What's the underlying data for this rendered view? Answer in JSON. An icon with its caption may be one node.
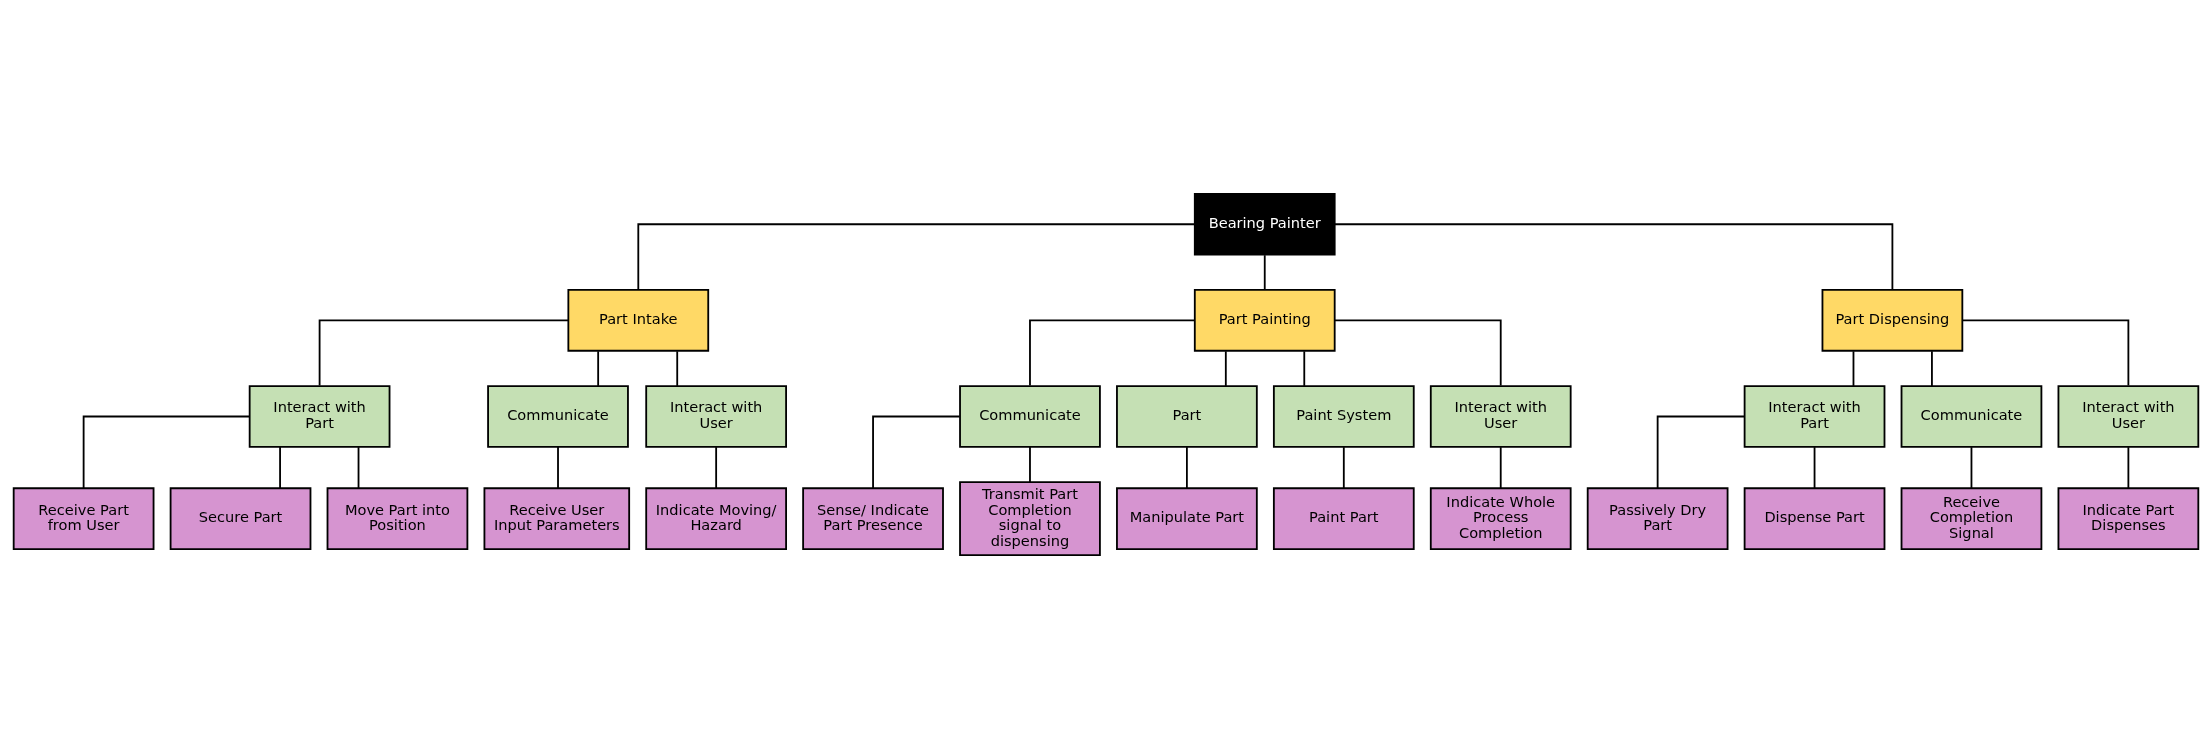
{
  "diagram": {
    "nodes": [
      {
        "text": [
          "Bearing Painter"
        ]
      },
      {
        "text": [
          "Part Intake"
        ]
      },
      {
        "text": [
          "Part Painting"
        ]
      },
      {
        "text": [
          "Part Dispensing"
        ]
      },
      {
        "text": [
          "Interact with Part"
        ]
      },
      {
        "text": [
          "Communicate"
        ]
      },
      {
        "text": [
          "Interact with User"
        ]
      },
      {
        "text": [
          "Communicate"
        ]
      },
      {
        "text": [
          "Part"
        ]
      },
      {
        "text": [
          "Paint System"
        ]
      },
      {
        "text": [
          "Interact with User"
        ]
      },
      {
        "text": [
          "Interact with Part"
        ]
      },
      {
        "text": [
          "Communicate"
        ]
      },
      {
        "text": [
          "Interact with User"
        ]
      },
      {
        "text": [
          "Receive Part from User"
        ]
      },
      {
        "text": [
          "Secure Part"
        ]
      },
      {
        "text": [
          "Move Part into Position"
        ]
      },
      {
        "text": [
          "Receive User Input Parameters"
        ]
      },
      {
        "text": [
          "Indicate Moving/ Hazard"
        ]
      },
      {
        "text": [
          "Sense/ Indicate Part Presence"
        ]
      },
      {
        "text": [
          "Transmit Part Completion signal to dispensing"
        ]
      },
      {
        "text": [
          "Manipulate Part"
        ]
      },
      {
        "text": [
          "Paint Part"
        ]
      },
      {
        "text": [
          "Indicate Whole Process Completion"
        ]
      },
      {
        "text": [
          "Passively Dry Part"
        ]
      },
      {
        "text": [
          "Dispense Part"
        ]
      },
      {
        "text": [
          "Receive Completion Signal"
        ]
      },
      {
        "text": [
          "Indicate Part Dispenses"
        ]
      }
    ],
    "edges": [
      {
        "from": 0,
        "to": 1,
        "arrow": "none"
      },
      {
        "from": 0,
        "to": 2,
        "arrow": "none"
      },
      {
        "from": 0,
        "to": 3,
        "arrow": "none"
      },
      {
        "from": 1,
        "to": 4,
        "arrow": "none"
      },
      {
        "from": 1,
        "to": 5,
        "arrow": "none"
      },
      {
        "from": 1,
        "to": 6,
        "arrow": "none"
      },
      {
        "from": 2,
        "to": 7,
        "arrow": "none"
      },
      {
        "from": 2,
        "to": 8,
        "arrow": "none"
      },
      {
        "from": 2,
        "to": 9,
        "arrow": "none"
      },
      {
        "from": 2,
        "to": 10,
        "arrow": "none"
      },
      {
        "from": 3,
        "to": 11,
        "arrow": "none"
      },
      {
        "from": 3,
        "to": 12,
        "arrow": "none"
      },
      {
        "from": 3,
        "to": 13,
        "arrow": "none"
      },
      {
        "from": 4,
        "to": 14,
        "arrow": "none"
      },
      {
        "from": 4,
        "to": 15,
        "arrow": "none"
      },
      {
        "from": 4,
        "to": 16,
        "arrow": "none"
      },
      {
        "from": 5,
        "to": 17,
        "arrow": "none"
      },
      {
        "from": 6,
        "to": 18,
        "arrow": "none"
      },
      {
        "from": 7,
        "to": 19,
        "arrow": "none"
      },
      {
        "from": 7,
        "to": 20,
        "arrow": "none"
      },
      {
        "from": 8,
        "to": 21,
        "arrow": "none"
      },
      {
        "from": 9,
        "to": 22,
        "arrow": "none"
      },
      {
        "from": 10,
        "to": 23,
        "arrow": "none"
      },
      {
        "from": 11,
        "to": 24,
        "arrow": "none"
      },
      {
        "from": 11,
        "to": 25,
        "arrow": "none"
      },
      {
        "from": 12,
        "to": 26,
        "arrow": "none"
      },
      {
        "from": 13,
        "to": 27,
        "arrow": "none"
      }
    ]
  }
}
